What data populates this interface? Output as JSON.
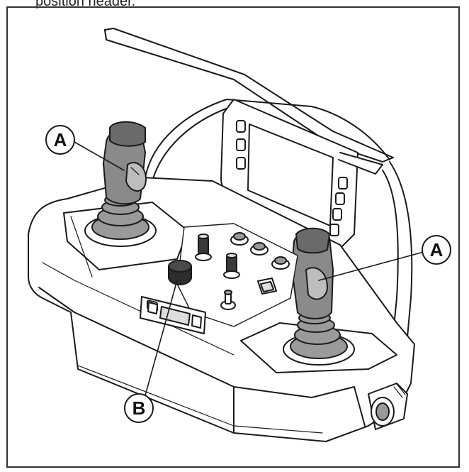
{
  "caption_fragment": "position header.",
  "callouts": [
    {
      "id": "A",
      "label": "A"
    },
    {
      "id": "A",
      "label": "A"
    },
    {
      "id": "B",
      "label": "B"
    }
  ],
  "colors": {
    "line": "#1a1a1a",
    "shade": "#8a8a8a",
    "dark": "#3a3a3a"
  }
}
